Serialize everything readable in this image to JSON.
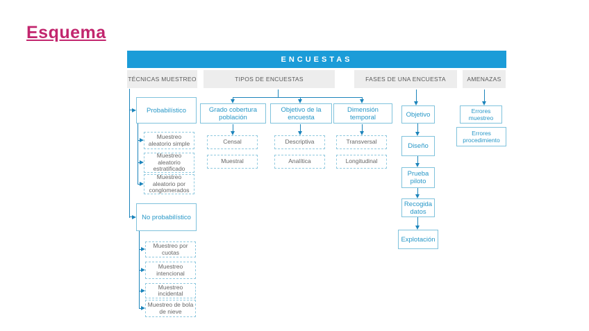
{
  "slide_title": "Esquema",
  "diagram": {
    "title": "ENCUESTAS",
    "columns": {
      "tecnicas": {
        "header": "TÉCNICAS MUESTREO",
        "groups": [
          {
            "label": "Probabilístico",
            "children": [
              "Muestreo aleatorio simple",
              "Muestreo aleatorio estratificado",
              "Muestreo aleatorio por conglomerados"
            ]
          },
          {
            "label": "No probabilístico",
            "children": [
              "Muestreo por cuotas",
              "Muestreo intencional",
              "Muestreo incidental",
              "Muestreo de bola de nieve"
            ]
          }
        ]
      },
      "tipos": {
        "header": "TIPOS DE ENCUESTAS",
        "groups": [
          {
            "label": "Grado cobertura población",
            "children": [
              "Censal",
              "Muestral"
            ]
          },
          {
            "label": "Objetivo de la encuesta",
            "children": [
              "Descriptiva",
              "Analítica"
            ]
          },
          {
            "label": "Dimensión temporal",
            "children": [
              "Transversal",
              "Longitudinal"
            ]
          }
        ]
      },
      "fases": {
        "header": "FASES DE UNA ENCUESTA",
        "steps": [
          "Objetivo",
          "Diseño",
          "Prueba piloto",
          "Recogida datos",
          "Explotación"
        ]
      },
      "amenazas": {
        "header": "AMENAZAS",
        "items": [
          "Errores muestreo",
          "Errores procedimiento"
        ]
      }
    }
  },
  "colors": {
    "accent_blue": "#1B9CD8",
    "box_border": "#7FC2DC",
    "box_text": "#2797C7",
    "dashed_border": "#8FC9DF",
    "dashed_text": "#666666",
    "arrow": "#1B84BB",
    "header_bg": "#EDEDED",
    "header_text": "#595959",
    "title_pink": "#C2266E"
  }
}
